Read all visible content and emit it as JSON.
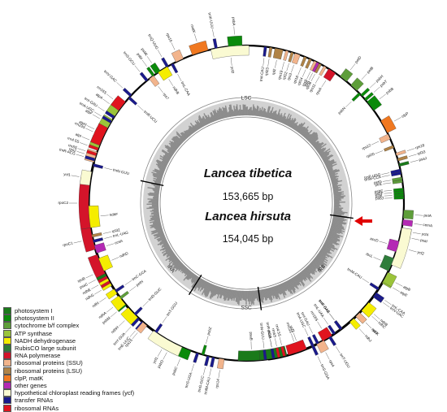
{
  "title": {
    "species_1": "Lancea tibetica",
    "size_1": "153,665 bp",
    "species_2": "Lancea hirsuta",
    "size_2": "154,045 bp"
  },
  "regions": [
    "LSC",
    "IRB",
    "SSC",
    "IRA"
  ],
  "colors": {
    "ring": "#000000",
    "gc_dark": "#8c8c8c",
    "gc_light": "#d2d2d2",
    "arrow": "#e00000"
  },
  "legend": [
    {
      "label": "photosystem I",
      "color": "#1a7a1a"
    },
    {
      "label": "photosystem II",
      "color": "#0a8a0a"
    },
    {
      "label": "cytochrome b/f complex",
      "color": "#5e9e3a"
    },
    {
      "label": "ATP synthase",
      "color": "#9bc43a"
    },
    {
      "label": "NADH dehydrogenase",
      "color": "#f5ed00"
    },
    {
      "label": "RubisCO large subunit",
      "color": "#2e7d3a"
    },
    {
      "label": "RNA polymerase",
      "color": "#d4142a"
    },
    {
      "label": "ribosomal proteins (SSU)",
      "color": "#f2b48c"
    },
    {
      "label": "ribosomal proteins (LSU)",
      "color": "#b08346"
    },
    {
      "label": "clpP, matK",
      "color": "#f07820"
    },
    {
      "label": "other genes",
      "color": "#b42ab4"
    },
    {
      "label": "hypothetical chloroplast reading frames (ycf)",
      "color": "#fafad2"
    },
    {
      "label": "transfer RNAs",
      "color": "#1a1a8c"
    },
    {
      "label": "ribosomal RNAs",
      "color": "#e0141e"
    }
  ],
  "genes": [
    {
      "name": "psbA",
      "color": "#0a8a0a",
      "angle": 356,
      "out": true,
      "span": 5
    },
    {
      "name": "trnK-UUU",
      "color": "#1a1a8c",
      "angle": 349,
      "out": true,
      "span": 1
    },
    {
      "name": "matK",
      "color": "#f07820",
      "angle": 343,
      "out": true,
      "span": 6
    },
    {
      "name": "rps16",
      "color": "#f2b48c",
      "angle": 335,
      "out": true,
      "span": 3
    },
    {
      "name": "trnQ-UUG",
      "color": "#1a1a8c",
      "angle": 330,
      "out": true,
      "span": 1
    },
    {
      "name": "psbK",
      "color": "#0a8a0a",
      "angle": 326,
      "out": true,
      "span": 2
    },
    {
      "name": "psbI",
      "color": "#0a8a0a",
      "angle": 324,
      "out": true,
      "span": 1
    },
    {
      "name": "trnS-GCU",
      "color": "#1a1a8c",
      "angle": 321,
      "out": true,
      "span": 1
    },
    {
      "name": "trnR-UCU",
      "color": "#1a1a8c",
      "angle": 312,
      "out": false,
      "span": 1
    },
    {
      "name": "atpA",
      "color": "#9bc43a",
      "angle": 306,
      "out": true,
      "span": 6
    },
    {
      "name": "atpF",
      "color": "#9bc43a",
      "angle": 300,
      "out": true,
      "span": 4
    },
    {
      "name": "atpH",
      "color": "#9bc43a",
      "angle": 296,
      "out": true,
      "span": 2
    },
    {
      "name": "atpI",
      "color": "#9bc43a",
      "angle": 292,
      "out": true,
      "span": 4
    },
    {
      "name": "rps2",
      "color": "#f2b48c",
      "angle": 287,
      "out": true,
      "span": 4
    },
    {
      "name": "rpoC2",
      "color": "#d4142a",
      "angle": 270,
      "out": true,
      "span": 18
    },
    {
      "name": "rpoC1",
      "color": "#d4142a",
      "angle": 257,
      "out": true,
      "span": 8
    },
    {
      "name": "rpoB",
      "color": "#d4142a",
      "angle": 245,
      "out": true,
      "span": 12
    },
    {
      "name": "trnC-GCA",
      "color": "#1a1a8c",
      "angle": 236,
      "out": false,
      "span": 1
    },
    {
      "name": "petN",
      "color": "#5e9e3a",
      "angle": 233,
      "out": false,
      "span": 1
    },
    {
      "name": "psbM",
      "color": "#0a8a0a",
      "angle": 230,
      "out": true,
      "span": 1
    },
    {
      "name": "trnD-GUC",
      "color": "#1a1a8c",
      "angle": 225,
      "out": false,
      "span": 1
    },
    {
      "name": "trnY-GUA",
      "color": "#1a1a8c",
      "angle": 223,
      "out": true,
      "span": 1
    },
    {
      "name": "trnE-UUC",
      "color": "#1a1a8c",
      "angle": 221,
      "out": true,
      "span": 1
    },
    {
      "name": "trnT-GGU",
      "color": "#1a1a8c",
      "angle": 215,
      "out": false,
      "span": 1
    },
    {
      "name": "psbD",
      "color": "#0a8a0a",
      "angle": 208,
      "out": true,
      "span": 5
    },
    {
      "name": "psbC",
      "color": "#0a8a0a",
      "angle": 203,
      "out": true,
      "span": 5
    },
    {
      "name": "trnS-UGA",
      "color": "#1a1a8c",
      "angle": 198,
      "out": true,
      "span": 1
    },
    {
      "name": "psbZ",
      "color": "#0a8a0a",
      "angle": 196,
      "out": false,
      "span": 1
    },
    {
      "name": "trnG-GCC",
      "color": "#1a1a8c",
      "angle": 194,
      "out": true,
      "span": 1
    },
    {
      "name": "trnfM-CAU",
      "color": "#1a1a8c",
      "angle": 192,
      "out": true,
      "span": 1
    },
    {
      "name": "rps14",
      "color": "#f2b48c",
      "angle": 189,
      "out": true,
      "span": 2
    },
    {
      "name": "psaB",
      "color": "#1a7a1a",
      "angle": 178,
      "out": false,
      "span": 10
    },
    {
      "name": "psaA",
      "color": "#1a7a1a",
      "angle": 170,
      "out": false,
      "span": 10
    },
    {
      "name": "ycf3",
      "color": "#fafad2",
      "angle": 160,
      "out": false,
      "span": 4
    },
    {
      "name": "trnS-GGA",
      "color": "#1a1a8c",
      "angle": 155,
      "out": true,
      "span": 1
    },
    {
      "name": "rps4",
      "color": "#f2b48c",
      "angle": 152,
      "out": true,
      "span": 3
    },
    {
      "name": "trnT-UGU",
      "color": "#1a1a8c",
      "angle": 148,
      "out": true,
      "span": 1
    },
    {
      "name": "trnL-UAA",
      "color": "#1a1a8c",
      "angle": 146,
      "out": false,
      "span": 1
    },
    {
      "name": "trnF-GAA",
      "color": "#1a1a8c",
      "angle": 143,
      "out": false,
      "span": 1
    },
    {
      "name": "ndhJ",
      "color": "#f5ed00",
      "angle": 138,
      "out": true,
      "span": 2
    },
    {
      "name": "ndhK",
      "color": "#f5ed00",
      "angle": 135,
      "out": true,
      "span": 2
    },
    {
      "name": "ndhC",
      "color": "#f5ed00",
      "angle": 132,
      "out": true,
      "span": 2
    },
    {
      "name": "trnV-UAC",
      "color": "#1a1a8c",
      "angle": 126,
      "out": true,
      "span": 1
    },
    {
      "name": "trnM-CAU",
      "color": "#1a1a8c",
      "angle": 123,
      "out": false,
      "span": 1
    },
    {
      "name": "atpE",
      "color": "#9bc43a",
      "angle": 120,
      "out": true,
      "span": 1
    },
    {
      "name": "atpB",
      "color": "#9bc43a",
      "angle": 118,
      "out": true,
      "span": 4
    },
    {
      "name": "rbcL",
      "color": "#2e7d3a",
      "angle": 113,
      "out": false,
      "span": 5
    },
    {
      "name": "accD",
      "color": "#b42ab4",
      "angle": 106,
      "out": false,
      "span": 4
    },
    {
      "name": "psaI",
      "color": "#1a7a1a",
      "angle": 102,
      "out": true,
      "span": 1
    },
    {
      "name": "ycf4",
      "color": "#fafad2",
      "angle": 100,
      "out": true,
      "span": 2
    },
    {
      "name": "cemA",
      "color": "#b42ab4",
      "angle": 97,
      "out": true,
      "span": 2
    },
    {
      "name": "petA",
      "color": "#5e9e3a",
      "angle": 94,
      "out": true,
      "span": 3
    },
    {
      "name": "psbJ",
      "color": "#0a8a0a",
      "angle": 88,
      "out": false,
      "span": 1
    },
    {
      "name": "psbL",
      "color": "#0a8a0a",
      "angle": 87,
      "out": false,
      "span": 1
    },
    {
      "name": "psbF",
      "color": "#0a8a0a",
      "angle": 86,
      "out": false,
      "span": 1
    },
    {
      "name": "psbE",
      "color": "#0a8a0a",
      "angle": 85,
      "out": false,
      "span": 1
    },
    {
      "name": "petL",
      "color": "#5e9e3a",
      "angle": 82,
      "out": false,
      "span": 1
    },
    {
      "name": "petG",
      "color": "#5e9e3a",
      "angle": 81,
      "out": false,
      "span": 1
    },
    {
      "name": "trnW-CCA",
      "color": "#1a1a8c",
      "angle": 79,
      "out": false,
      "span": 1
    },
    {
      "name": "trnP-UGG",
      "color": "#1a1a8c",
      "angle": 78,
      "out": false,
      "span": 1
    },
    {
      "name": "psaJ",
      "color": "#1a7a1a",
      "angle": 76,
      "out": true,
      "span": 1
    },
    {
      "name": "rpl33",
      "color": "#b08346",
      "angle": 74,
      "out": true,
      "span": 1
    },
    {
      "name": "rps18",
      "color": "#f2b48c",
      "angle": 72,
      "out": true,
      "span": 1
    },
    {
      "name": "rpl20",
      "color": "#b08346",
      "angle": 69,
      "out": false,
      "span": 1
    },
    {
      "name": "rps12",
      "color": "#f2b48c",
      "angle": 65,
      "out": false,
      "span": 2
    },
    {
      "name": "clpP",
      "color": "#f07820",
      "angle": 61,
      "out": true,
      "span": 5
    },
    {
      "name": "psbB",
      "color": "#0a8a0a",
      "angle": 52,
      "out": true,
      "span": 4
    },
    {
      "name": "psbT",
      "color": "#0a8a0a",
      "angle": 49,
      "out": true,
      "span": 1
    },
    {
      "name": "psbH",
      "color": "#0a8a0a",
      "angle": 47,
      "out": true,
      "span": 1
    },
    {
      "name": "psbN",
      "color": "#0a8a0a",
      "angle": 46,
      "out": false,
      "span": 1
    },
    {
      "name": "petB",
      "color": "#5e9e3a",
      "angle": 43,
      "out": true,
      "span": 3
    },
    {
      "name": "petD",
      "color": "#5e9e3a",
      "angle": 38,
      "out": true,
      "span": 3
    },
    {
      "name": "rpoA",
      "color": "#d4142a",
      "angle": 33,
      "out": false,
      "span": 3
    },
    {
      "name": "rps11",
      "color": "#f2b48c",
      "angle": 30,
      "out": false,
      "span": 1
    },
    {
      "name": "rpl36",
      "color": "#b08346",
      "angle": 28,
      "out": false,
      "span": 1
    },
    {
      "name": "infA",
      "color": "#b42ab4",
      "angle": 27,
      "out": false,
      "span": 1
    },
    {
      "name": "rps8",
      "color": "#f2b48c",
      "angle": 26,
      "out": false,
      "span": 1
    },
    {
      "name": "rpl14",
      "color": "#b08346",
      "angle": 24,
      "out": false,
      "span": 1
    },
    {
      "name": "rpl16",
      "color": "#b08346",
      "angle": 22,
      "out": false,
      "span": 1
    },
    {
      "name": "rps3",
      "color": "#f2b48c",
      "angle": 19,
      "out": false,
      "span": 2
    },
    {
      "name": "rpl22",
      "color": "#b08346",
      "angle": 17,
      "out": false,
      "span": 1
    },
    {
      "name": "rps19",
      "color": "#f2b48c",
      "angle": 15,
      "out": false,
      "span": 1
    },
    {
      "name": "rpl2",
      "color": "#b08346",
      "angle": 12,
      "out": false,
      "span": 3
    },
    {
      "name": "rpl23",
      "color": "#b08346",
      "angle": 9,
      "out": false,
      "span": 1
    },
    {
      "name": "trnI-CAU",
      "color": "#1a1a8c",
      "angle": 7,
      "out": false,
      "span": 1
    },
    {
      "name": "ycf2",
      "color": "#fafad2",
      "angle": 354,
      "out": false,
      "span": 14,
      "irside": "A"
    },
    {
      "name": "trnL-CAA",
      "color": "#1a1a8c",
      "angle": 332,
      "out": false,
      "span": 1,
      "irside": "A"
    },
    {
      "name": "ndhB",
      "color": "#f5ed00",
      "angle": 328,
      "out": false,
      "span": 4,
      "irside": "A"
    },
    {
      "name": "rps7",
      "color": "#f2b48c",
      "angle": 323,
      "out": false,
      "span": 2,
      "irside": "A"
    },
    {
      "name": "trnV-GAC",
      "color": "#1a1a8c",
      "angle": 313,
      "out": true,
      "span": 1,
      "irside": "A"
    },
    {
      "name": "rrn16S",
      "color": "#e0141e",
      "angle": 308,
      "out": true,
      "span": 4,
      "irside": "A"
    },
    {
      "name": "trnI-GAU",
      "color": "#1a1a8c",
      "angle": 303,
      "out": true,
      "span": 1,
      "irside": "A"
    },
    {
      "name": "trnA-UGC",
      "color": "#1a1a8c",
      "angle": 301,
      "out": true,
      "span": 1,
      "irside": "A"
    },
    {
      "name": "rrn23S",
      "color": "#e0141e",
      "angle": 295,
      "out": true,
      "span": 7,
      "irside": "A"
    },
    {
      "name": "rrn4.5S",
      "color": "#e0141e",
      "angle": 290,
      "out": true,
      "span": 1,
      "irside": "A"
    },
    {
      "name": "rrn5S",
      "color": "#e0141e",
      "angle": 288,
      "out": true,
      "span": 1,
      "irside": "A"
    },
    {
      "name": "trnR-ACG",
      "color": "#1a1a8c",
      "angle": 286,
      "out": true,
      "span": 1,
      "irside": "A"
    },
    {
      "name": "trnN-GUU",
      "color": "#1a1a8c",
      "angle": 284,
      "out": false,
      "span": 1,
      "irside": "A"
    },
    {
      "name": "ycf1",
      "color": "#fafad2",
      "angle": 279,
      "out": true,
      "span": 5,
      "irside": "A"
    },
    {
      "name": "ndhF",
      "color": "#f5ed00",
      "angle": 265,
      "out": false,
      "span": 8
    },
    {
      "name": "rpl32",
      "color": "#b08346",
      "angle": 258,
      "out": false,
      "span": 1
    },
    {
      "name": "trnL-UAG",
      "color": "#1a1a8c",
      "angle": 256,
      "out": false,
      "span": 1
    },
    {
      "name": "ccsA",
      "color": "#b42ab4",
      "angle": 253,
      "out": false,
      "span": 3
    },
    {
      "name": "ndhD",
      "color": "#f5ed00",
      "angle": 247,
      "out": false,
      "span": 5
    },
    {
      "name": "psaC",
      "color": "#1a7a1a",
      "angle": 243,
      "out": true,
      "span": 1
    },
    {
      "name": "ndhE",
      "color": "#f5ed00",
      "angle": 241,
      "out": true,
      "span": 1
    },
    {
      "name": "ndhG",
      "color": "#f5ed00",
      "angle": 239,
      "out": true,
      "span": 1
    },
    {
      "name": "ndhI",
      "color": "#f5ed00",
      "angle": 236,
      "out": true,
      "span": 2
    },
    {
      "name": "ndhA",
      "color": "#f5ed00",
      "angle": 232,
      "out": true,
      "span": 4
    },
    {
      "name": "ndhH",
      "color": "#f5ed00",
      "angle": 226,
      "out": true,
      "span": 5
    },
    {
      "name": "rps15",
      "color": "#f2b48c",
      "angle": 220,
      "out": true,
      "span": 2
    },
    {
      "name": "ycf1",
      "color": "#fafad2",
      "angle": 210,
      "out": true,
      "span": 12,
      "irside": "B"
    }
  ],
  "ir_genes_b": [
    {
      "name": "ycf2",
      "color": "#fafad2",
      "angle": 106,
      "out": true,
      "span": 14
    },
    {
      "name": "trnL-CAA",
      "color": "#1a1a8c",
      "angle": 125,
      "out": true,
      "span": 1
    },
    {
      "name": "ndhB",
      "color": "#f5ed00",
      "angle": 131,
      "out": true,
      "span": 4
    },
    {
      "name": "rps7",
      "color": "#f2b48c",
      "angle": 135,
      "out": true,
      "span": 2
    },
    {
      "name": "trnV-GAC",
      "color": "#1a1a8c",
      "angle": 143,
      "out": false,
      "span": 1
    },
    {
      "name": "rrn16S",
      "color": "#e0141e",
      "angle": 149,
      "out": false,
      "span": 4
    },
    {
      "name": "trnI-GAU",
      "color": "#1a1a8c",
      "angle": 153,
      "out": false,
      "span": 1
    },
    {
      "name": "trnA-UGC",
      "color": "#1a1a8c",
      "angle": 155,
      "out": false,
      "span": 1
    },
    {
      "name": "rrn23S",
      "color": "#e0141e",
      "angle": 161,
      "out": false,
      "span": 7
    },
    {
      "name": "rrn4.5S",
      "color": "#e0141e",
      "angle": 166,
      "out": false,
      "span": 1
    },
    {
      "name": "rrn5S",
      "color": "#e0141e",
      "angle": 168,
      "out": false,
      "span": 1
    },
    {
      "name": "trnR-ACG",
      "color": "#1a1a8c",
      "angle": 170,
      "out": false,
      "span": 1
    },
    {
      "name": "trnN-GUU",
      "color": "#1a1a8c",
      "angle": 173,
      "out": false,
      "span": 1
    }
  ]
}
